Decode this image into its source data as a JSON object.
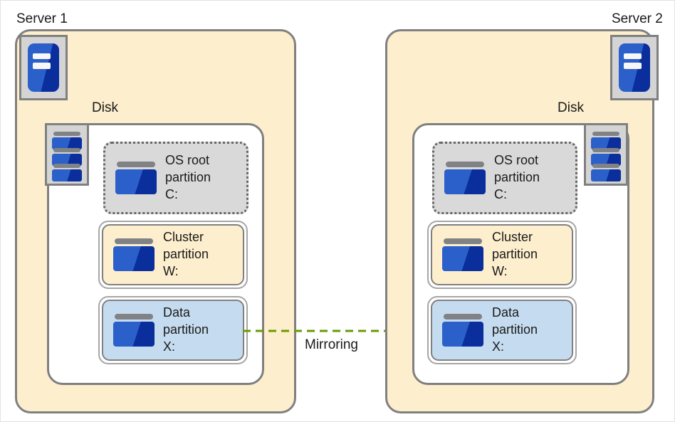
{
  "diagram": {
    "type": "cluster-mirroring-diagram",
    "mirroring_label": "Mirroring",
    "arrow_color": "#6a9a00",
    "server_fill": "#fdeecd",
    "disk_fill": "#ffffff",
    "os_partition_fill": "#d9d9d9",
    "data_partition_fill": "#c5dcf0",
    "border_color": "#808080"
  },
  "servers": [
    {
      "title": "Server 1",
      "server_icon_name": "server-icon",
      "disk_label": "Disk",
      "disk_icon_name": "disk-stack-icon",
      "partitions": [
        {
          "line1": "OS root",
          "line2": "partition",
          "line3": "C:",
          "kind": "os"
        },
        {
          "line1": "Cluster",
          "line2": "partition",
          "line3": "W:",
          "kind": "cluster"
        },
        {
          "line1": "Data",
          "line2": "partition",
          "line3": "X:",
          "kind": "data"
        }
      ]
    },
    {
      "title": "Server 2",
      "server_icon_name": "server-icon",
      "disk_label": "Disk",
      "disk_icon_name": "disk-stack-icon",
      "partitions": [
        {
          "line1": "OS root",
          "line2": "partition",
          "line3": "C:",
          "kind": "os"
        },
        {
          "line1": "Cluster",
          "line2": "partition",
          "line3": "W:",
          "kind": "cluster"
        },
        {
          "line1": "Data",
          "line2": "partition",
          "line3": "X:",
          "kind": "data"
        }
      ]
    }
  ]
}
